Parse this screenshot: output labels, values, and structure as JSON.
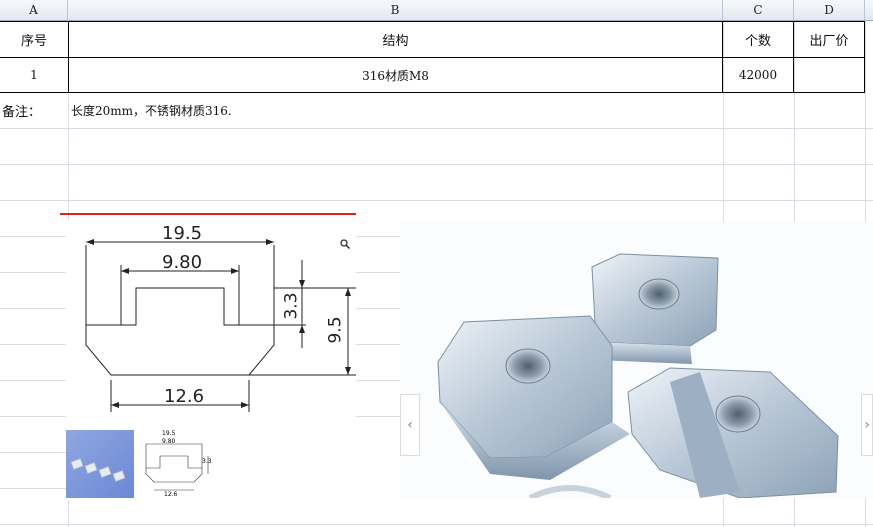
{
  "columns": [
    "A",
    "B",
    "C",
    "D"
  ],
  "header_row": {
    "seq": "序号",
    "structure": "结构",
    "count": "个数",
    "price": "出厂价"
  },
  "row1": {
    "seq": "1",
    "structure": "316材质M8",
    "count": "42000",
    "price": ""
  },
  "remark": {
    "label": "备注：",
    "text": "长度20mm，不锈钢材质316."
  },
  "drawing": {
    "dim_top": "19.5",
    "dim_inner": "9.80",
    "dim_step": "3.3",
    "dim_height": "9.5",
    "dim_bottom": "12.6"
  },
  "thumbnail": {
    "dim_top": "19.5",
    "dim_inner": "9.80",
    "dim_step": "3.3",
    "dim_bottom": "12.6"
  },
  "nav": {
    "prev": "‹",
    "next": "›"
  },
  "icons": {
    "zoom": "search-icon"
  }
}
